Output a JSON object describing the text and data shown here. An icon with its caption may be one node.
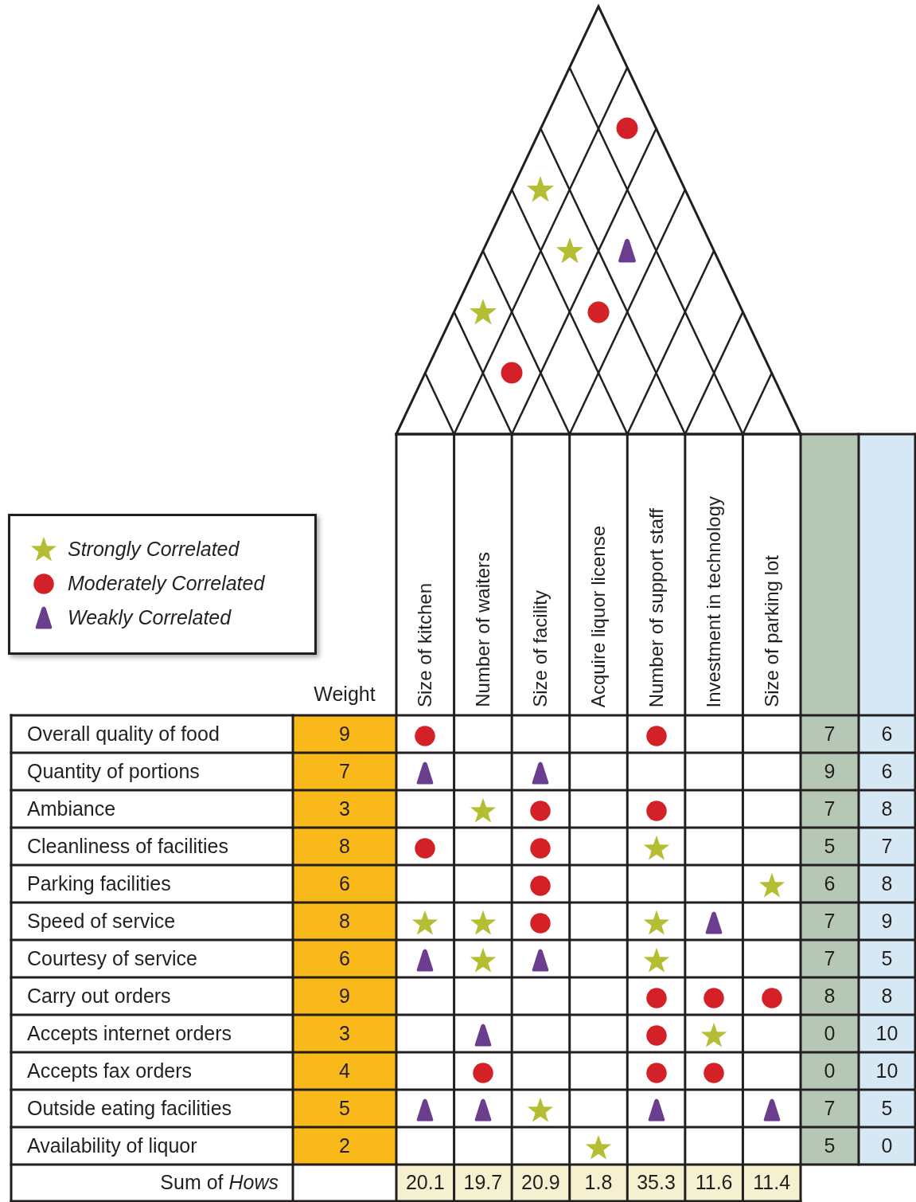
{
  "diagram": {
    "labels": [
      "Size of kitchen",
      "Number of waiters",
      "Size of facility",
      "Acquire liquor license",
      "Number of support staff",
      "Investment in technology",
      "Size of parking lot",
      "Weight",
      "Overall quality of food",
      "9",
      "7",
      "6",
      "Quantity of portions",
      "7",
      "9",
      "6",
      "Ambiance",
      "3",
      "7",
      "8",
      "Cleanliness of facilities",
      "8",
      "5",
      "7",
      "Parking facilities",
      "6",
      "6",
      "8",
      "Speed of service",
      "8",
      "7",
      "9",
      "Courtesy of service",
      "6",
      "7",
      "5",
      "Carry out orders",
      "9",
      "8",
      "8",
      "Accepts internet orders",
      "3",
      "0",
      "10",
      "Accepts fax orders",
      "4",
      "0",
      "10",
      "Outside eating facilities",
      "5",
      "7",
      "5",
      "Availability of liquor",
      "2",
      "5",
      "0",
      "Sum of *Hows*",
      "20.1",
      "19.7",
      "20.9",
      "1.8",
      "35.3",
      "11.6",
      "11.4"
    ],
    "legend": [
      {
        "text": "Strongly Correlated"
      },
      {
        "text": "Moderately Correlated"
      },
      {
        "text": "Weakly Correlated"
      }
    ]
  }
}
